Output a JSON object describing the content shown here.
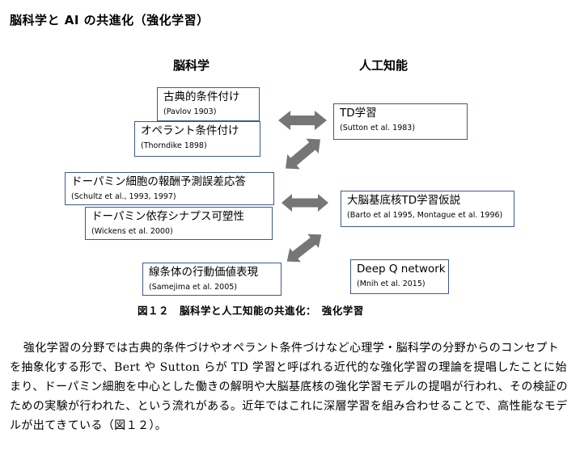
{
  "section_title": "脳科学と AI の共進化（強化学習）",
  "columns": {
    "left": "脳科学",
    "right": "人工知能"
  },
  "boxes": {
    "pavlov": {
      "title": "古典的条件付け",
      "cite": "(Pavlov 1903)"
    },
    "thorndike": {
      "title": "オペラント条件付け",
      "cite": "(Thorndike 1898)"
    },
    "td": {
      "title": "TD学習",
      "cite": "(Sutton et al. 1983)"
    },
    "dopamine_rpe": {
      "title": "ドーパミン細胞の報酬予測誤差応答",
      "cite": "(Schultz et al., 1993, 1997)"
    },
    "dopamine_plasticity": {
      "title": "ドーパミン依存シナプス可塑性",
      "cite": "(Wickens et al. 2000)"
    },
    "basal_ganglia": {
      "title": "大脳基底核TD学習仮説",
      "cite": "(Barto et al 1995, Montague et al. 1996)"
    },
    "striatum": {
      "title": "線条体の行動価値表現",
      "cite": "(Samejima et al. 2005)"
    },
    "dqn": {
      "title": "Deep Q network",
      "cite": "(Mnih et al. 2015)"
    }
  },
  "caption": "図１２　脳科学と人工知能の共進化：　強化学習",
  "paragraph": "強化学習の分野では古典的条件づけやオペラント条件づけなど心理学・脳科学の分野からのコンセプトを抽象化する形で、Bert や Sutton らが TD 学習と呼ばれる近代的な強化学習の理論を提唱したことに始まり、ドーパミン細胞を中心とした働きの解明や大脳基底核の強化学習モデルの提唱が行われ、その検証のための実験が行われた、という流れがある。近年ではこれに深層学習を組み合わせることで、高性能なモデルが出てきている（図１２）。",
  "colors": {
    "box_border": "#3f5a85",
    "arrow": "#767676"
  }
}
